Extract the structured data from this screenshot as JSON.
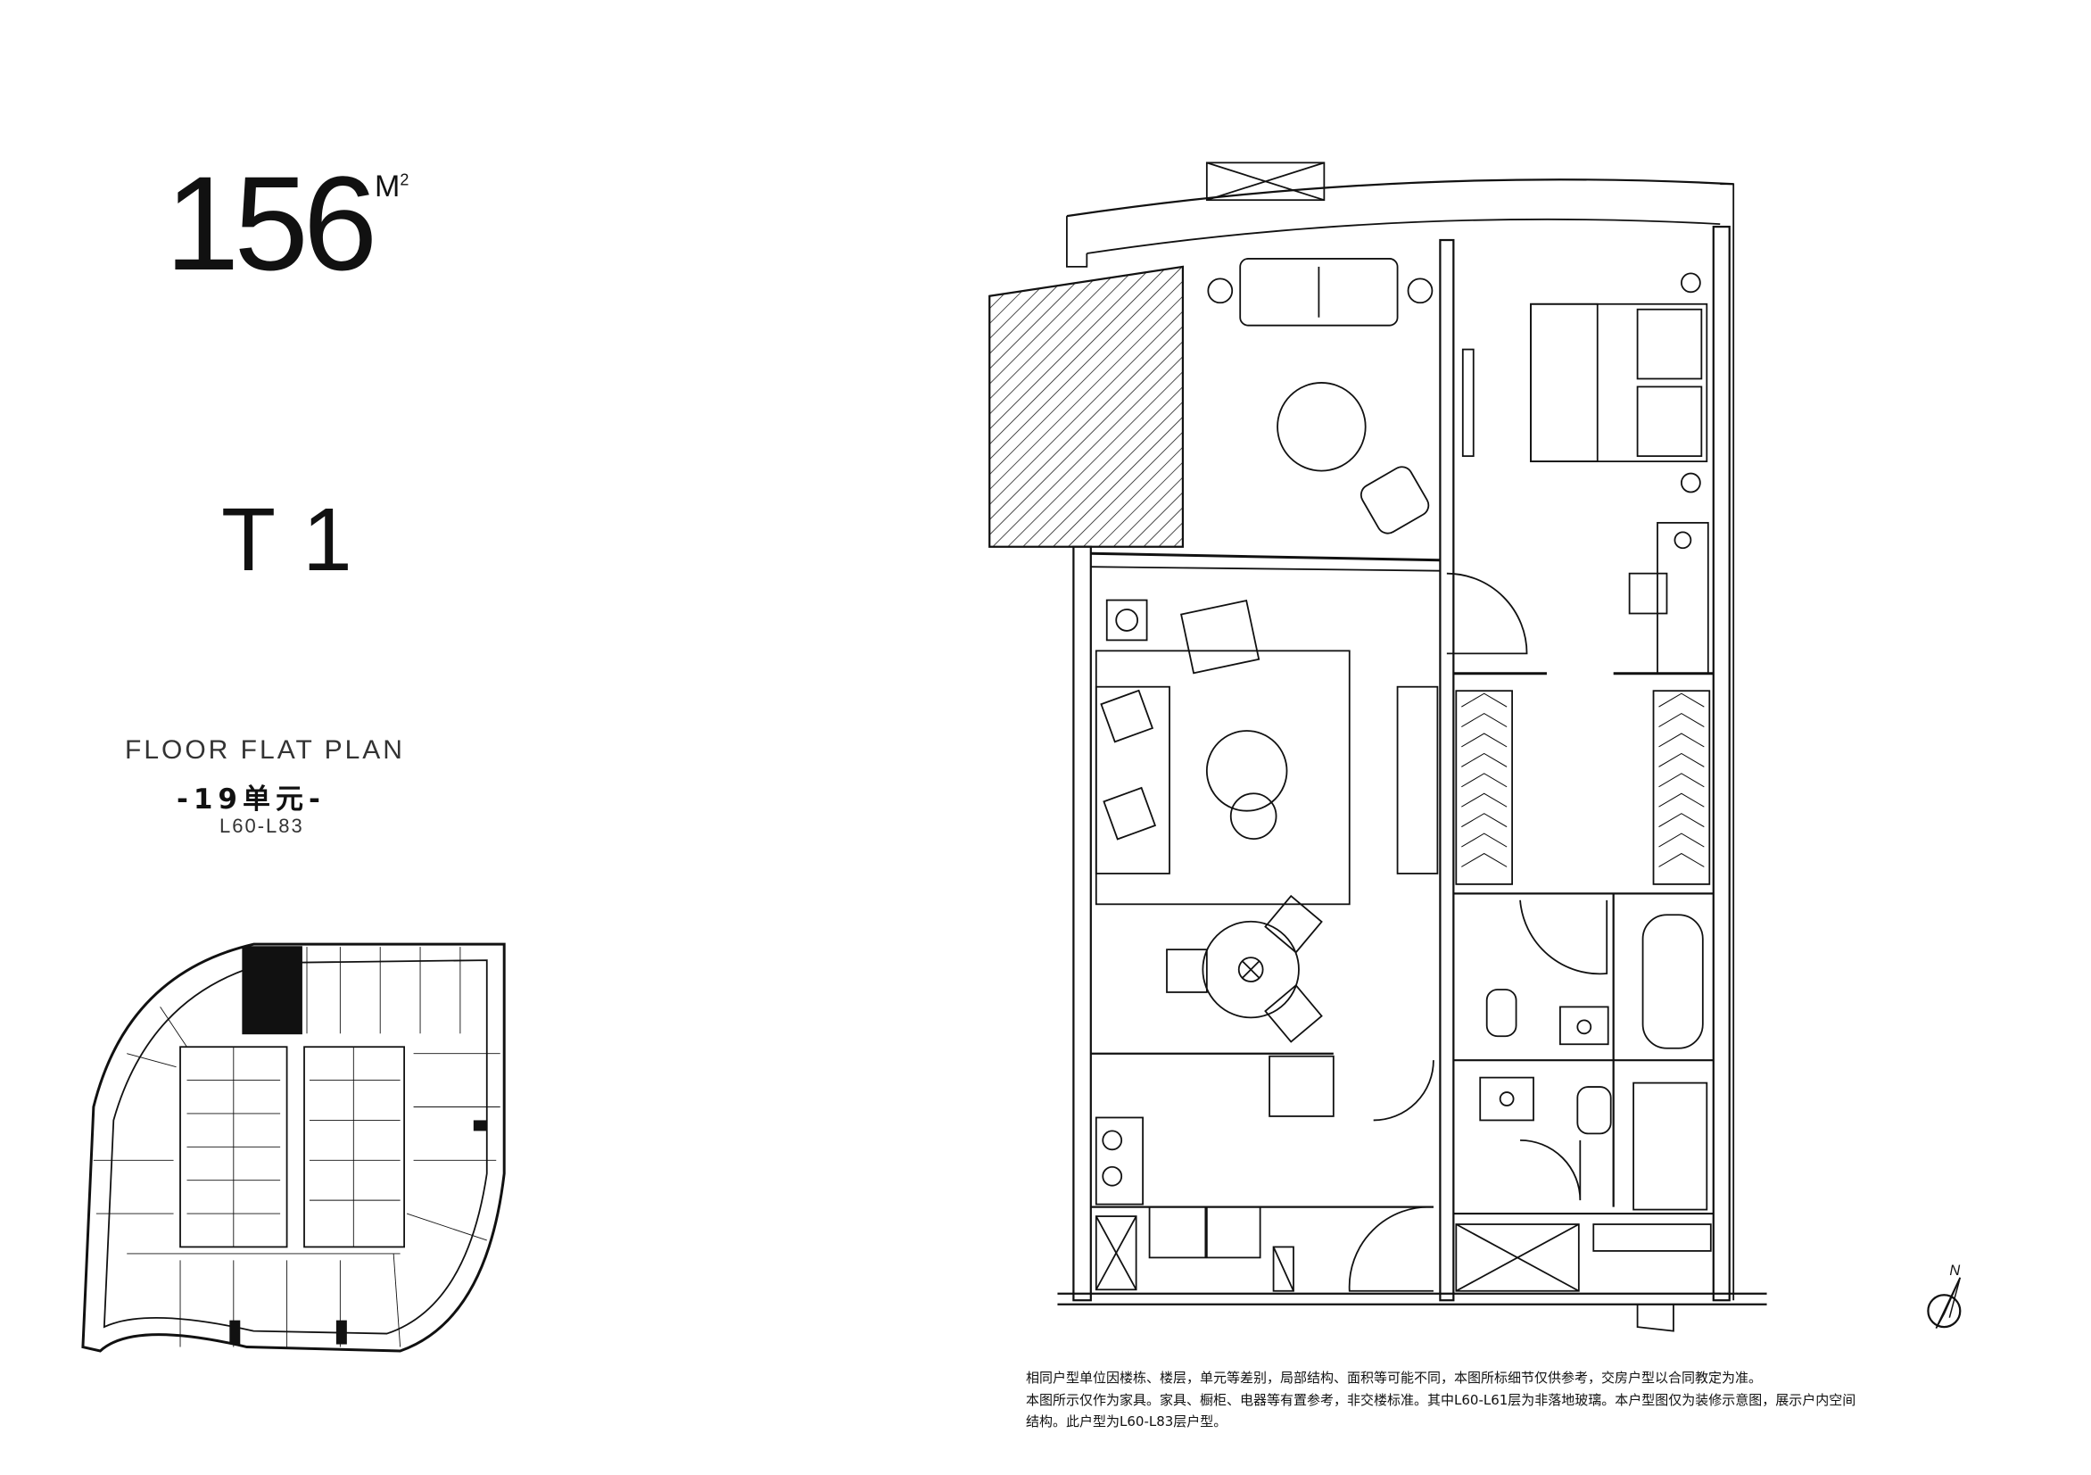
{
  "header": {
    "area_value": "156",
    "area_unit": "M",
    "area_unit_sup": "2",
    "unit_type": "T1"
  },
  "plan_info": {
    "title": "FLOOR FLAT PLAN",
    "unit_number": "-19单元-",
    "floor_range": "L60-L83"
  },
  "compass": {
    "label": "N"
  },
  "notes": [
    "相同户型单位因楼栋、楼层，单元等差别，局部结构、面积等可能不同，本图所标细节仅供参考，交房户型以合同教定为准。",
    "本图所示仅作为家具。家具、橱柜、电器等有置参考，非交楼标准。其中L60-L61层为非落地玻璃。本户型图仅为装修示意图，展示户内空间",
    "结构。此户型为L60-L83层户型。"
  ]
}
